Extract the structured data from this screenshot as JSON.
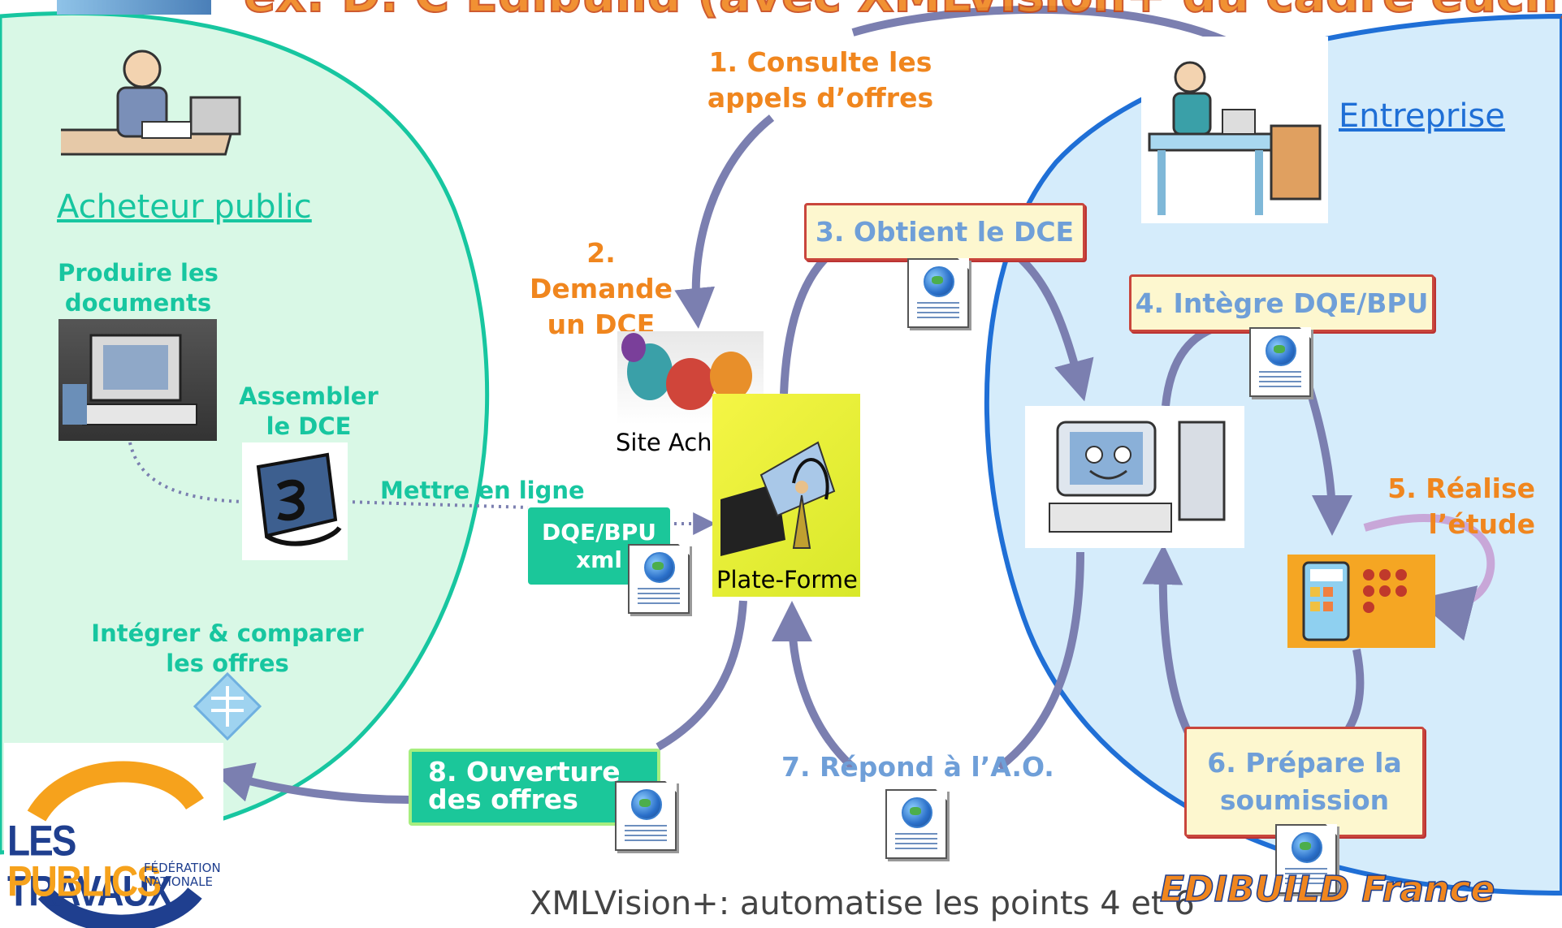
{
  "title_fragment": "ex: D. C Edibuild (avec XMLVision+ du cadre euch)",
  "actors": {
    "buyer": "Acheteur public",
    "company": "Entreprise"
  },
  "buyer_tasks": {
    "produce": "Produire les documents",
    "assemble": "Assembler le DCE",
    "publish": "Mettre en ligne",
    "compare": "Intégrer & comparer les offres"
  },
  "steps": {
    "s1": "1. Consulte les appels d’offres",
    "s2": "2. Demande un DCE",
    "s3": "3. Obtient le DCE",
    "s4": "4. Intègre DQE/BPU",
    "s5": "5. Réalise l’étude",
    "s6": "6. Prépare la soumission",
    "s7": "7. Répond à l’A.O.",
    "s8": "8. Ouverture des offres"
  },
  "labels": {
    "site_acheteur": "Site Acheteur",
    "plate_forme": "Plate-Forme",
    "dqe_bpu": "DQE/BPU xml"
  },
  "footer": {
    "note": "XMLVision+: automatise les points 4 et 6",
    "edibuild": "EDIBUILD France",
    "ltp_line1": "LES TRAVAUX",
    "ltp_line2": "PUBLICS",
    "ltp_fed": "FÉDÉRATION NATIONALE"
  },
  "colors": {
    "buyer_zone": "#d9f8e6",
    "buyer_border": "#17c6a0",
    "company_zone": "#d5ecfb",
    "company_border": "#1f6fd6",
    "arrow": "#7b7fb0",
    "orange": "#f0861e"
  }
}
